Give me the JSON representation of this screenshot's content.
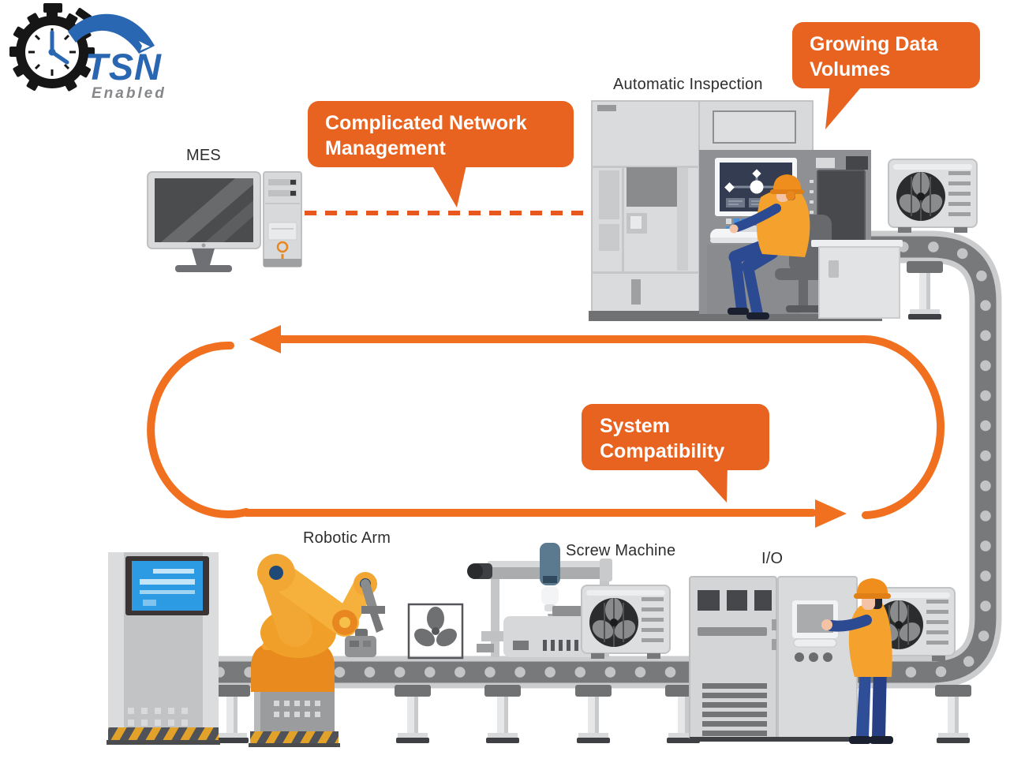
{
  "logo": {
    "title": "TSN",
    "subtitle": "Enabled"
  },
  "labels": {
    "mes": "MES",
    "automatic_inspection": "Automatic Inspection",
    "robotic_arm": "Robotic Arm",
    "screw_machine": "Screw Machine",
    "io": "I/O"
  },
  "callouts": {
    "network_management": "Complicated Network Management",
    "data_volumes": "Growing Data Volumes",
    "system_compatibility": "System Compatibility"
  },
  "colors": {
    "callout_orange": "#E96320",
    "arrow_orange": "#F0701F",
    "dashed_line_orange": "#E8581E",
    "logo_blue": "#2A67B2",
    "logo_gray": "#85878A",
    "conveyor_dark": "#77797B",
    "conveyor_light": "#CBCCCE",
    "machine_light_gray": "#D8D9DA",
    "panel_dark_gray": "#8F9093",
    "screen_navy": "#333C50",
    "kiosk_screen_blue": "#2D9BE3",
    "robot_yellow": "#F2A735",
    "robot_orange": "#E8871F",
    "joint_navy": "#1F4977",
    "worker_navy": "#2B4A91",
    "vest_orange": "#F5A12D",
    "helmet_orange": "#EF8E1D",
    "skin": "#F4C2A4",
    "hazard_yellow": "#E2A22A",
    "hazard_dark": "#50525A"
  }
}
